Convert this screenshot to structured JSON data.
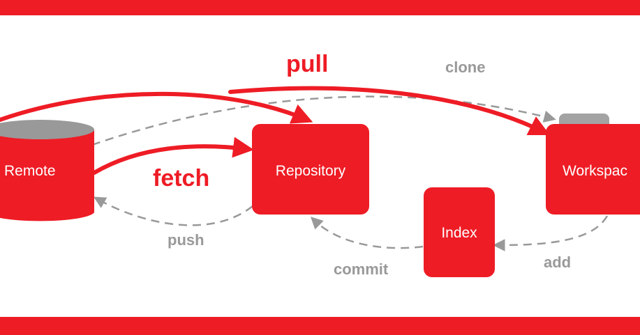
{
  "colors": {
    "accent": "#ee1c25",
    "gray": "#999999",
    "light_gray": "#a3a3a3",
    "text_on_accent": "#ffffff"
  },
  "nodes": {
    "remote": {
      "label": "Remote"
    },
    "repository": {
      "label": "Repository"
    },
    "index": {
      "label": "Index"
    },
    "workspace": {
      "label": "Workspac"
    }
  },
  "edges": {
    "pull": {
      "label": "pull"
    },
    "fetch": {
      "label": "fetch"
    },
    "clone": {
      "label": "clone"
    },
    "push": {
      "label": "push"
    },
    "commit": {
      "label": "commit"
    },
    "add": {
      "label": "add"
    }
  }
}
